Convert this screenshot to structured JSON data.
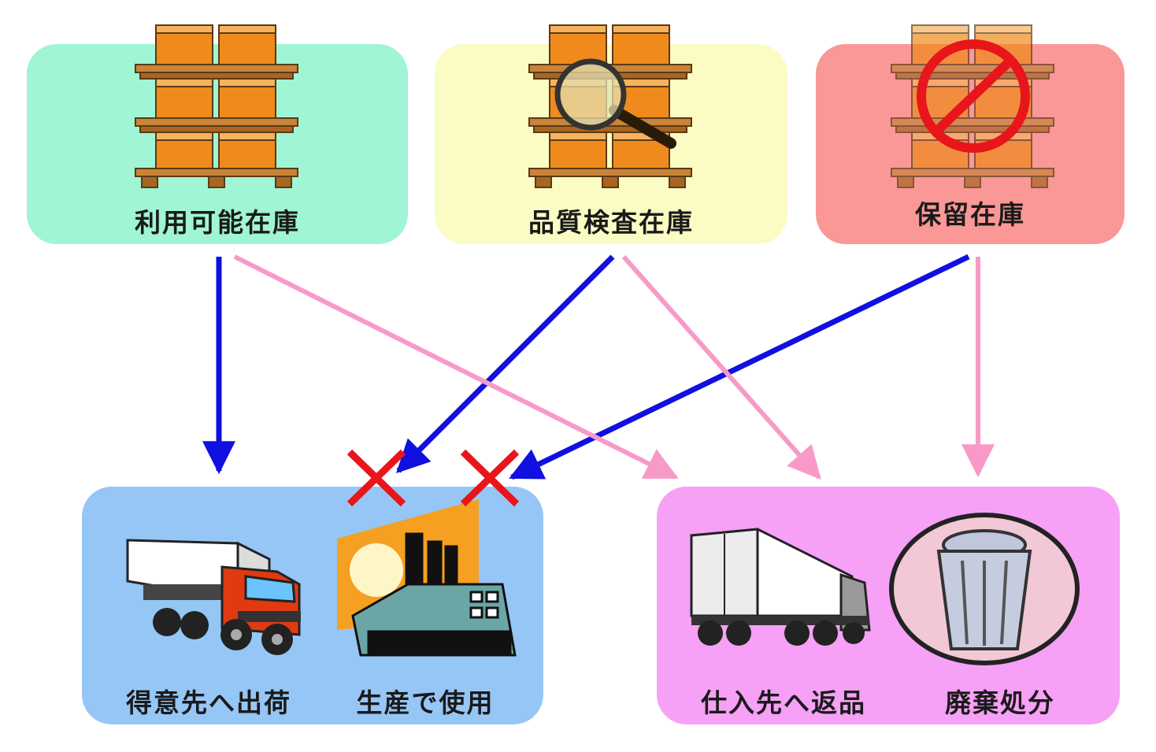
{
  "stock_types": {
    "available": "利用可能在庫",
    "quality": "品質検査在庫",
    "blocked": "保留在庫"
  },
  "destinations": {
    "ship_customer": "得意先へ出荷",
    "production": "生産で使用",
    "return_vendor": "仕入先へ返品",
    "scrap": "廃棄処分"
  },
  "colors": {
    "available_bg": "#9ff5d4",
    "quality_bg": "#fbfbc4",
    "blocked_bg": "#fa9797",
    "internal_bg": "#96c6f6",
    "external_bg": "#f6a0f6",
    "blue_arrow": "#1010e0",
    "pink_arrow": "#f79ac8",
    "cross": "#e8151b"
  },
  "icons": [
    "pallet-boxes-icon",
    "magnifier-icon",
    "prohibited-icon",
    "truck-icon",
    "factory-icon",
    "trash-can-icon",
    "cross-mark-icon"
  ]
}
